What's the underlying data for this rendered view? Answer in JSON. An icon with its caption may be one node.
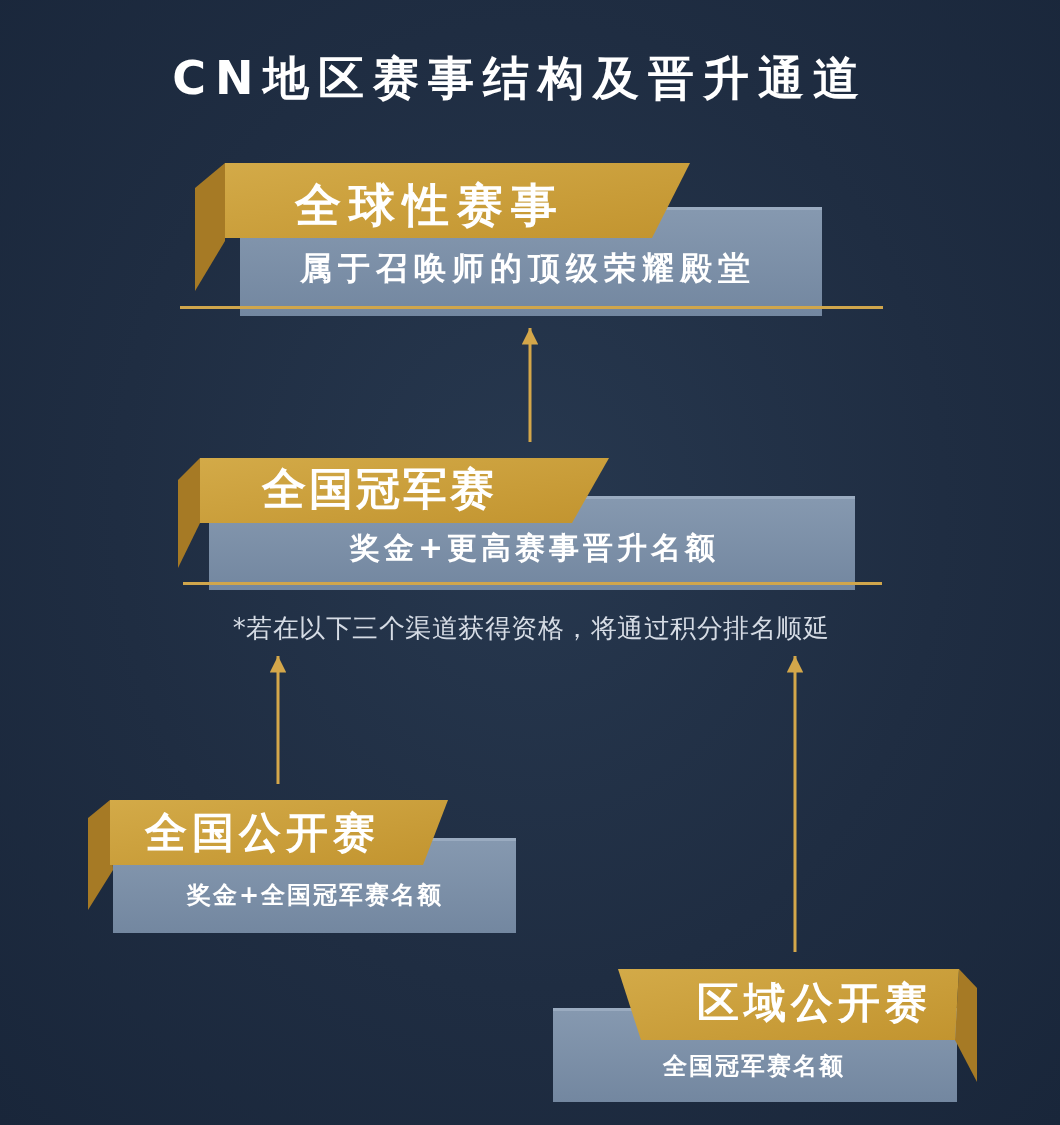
{
  "diagram": {
    "title": "CN地区赛事结构及晋升通道",
    "nodes": [
      {
        "text": [
          "全球性赛事",
          "属于召唤师的顶级荣耀殿堂"
        ]
      },
      {
        "text": [
          "全国冠军赛",
          "奖金+更高赛事晋升名额"
        ],
        "beside": [
          "*若在以下三个渠道获得资格，将通过积分排名顺延"
        ]
      },
      {
        "text": [
          "全国公开赛",
          "奖金+全国冠军赛名额"
        ]
      },
      {
        "text": [
          "区域公开赛",
          "全国冠军赛名额"
        ]
      }
    ],
    "edges": [
      {
        "from": 1,
        "to": 0,
        "arrow": "to"
      },
      {
        "from": 2,
        "to": 1,
        "arrow": "to"
      },
      {
        "from": 3,
        "to": 1,
        "arrow": "to"
      }
    ]
  }
}
